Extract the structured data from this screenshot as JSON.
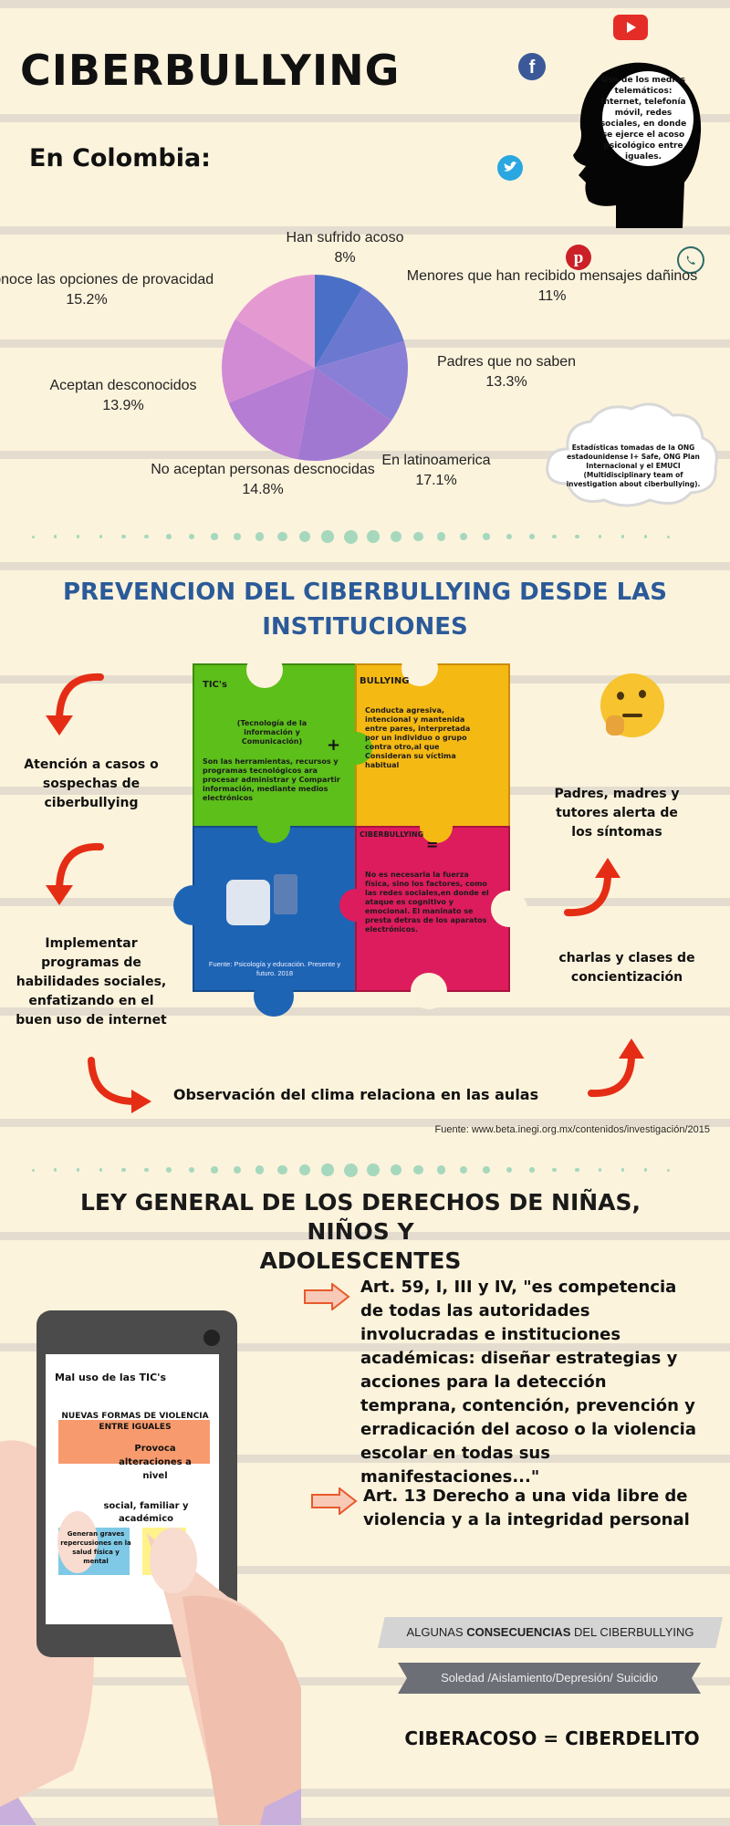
{
  "header": {
    "title": "CIBERBULLYING",
    "subtitle": "En Colombia:",
    "head_text": "Uso de los medios telemáticos: Internet, telefonía móvil, redes sociales, en donde se ejerce el acoso psicológico entre iguales.",
    "cloud_text": "Estadísticas tomadas de la ONG estadounidense I+ Safe, ONG Plan Internacional y el EMUCI (Multidisciplinary team of investigation about ciberbullying)."
  },
  "icons": [
    "youtube-icon",
    "facebook-icon",
    "twitter-icon",
    "pinterest-icon",
    "whatsapp-icon"
  ],
  "chart_data": {
    "type": "pie",
    "slices": [
      {
        "label": "Han sufrido acoso",
        "value": 8.0,
        "display": "8%"
      },
      {
        "label": "Menores que han recibido mensajes dañinos",
        "value": 11.0,
        "display": "11%"
      },
      {
        "label": "Padres que no saben",
        "value": 13.3,
        "display": "13.3%"
      },
      {
        "label": "En latinoamerica",
        "value": 17.1,
        "display": "17.1%"
      },
      {
        "label": "No aceptan personas descnocidas",
        "value": 14.8,
        "display": "14.8%"
      },
      {
        "label": "Aceptan desconocidos",
        "value": 13.9,
        "display": "13.9%"
      },
      {
        "label": "Desconoce las opciones de provacidad",
        "value": 15.2,
        "display": "15.2%"
      }
    ],
    "colors": [
      "#4a6fc7",
      "#6a78d0",
      "#8a7fd6",
      "#a078d2",
      "#b57dd4",
      "#d18bd4",
      "#e49ad0",
      "#e7a7cf"
    ]
  },
  "prevention": {
    "title_line1": "PREVENCION DEL CIBERBULLYING DESDE LAS",
    "title_line2": "INSTITUCIONES",
    "left1": "Atención a casos o sospechas de ciberbullying",
    "left2": "Implementar programas de habilidades sociales, enfatizando en el buen uso de internet",
    "right1": "Padres, madres  y tutores alerta de los síntomas",
    "right2": "charlas y clases de concientización",
    "bottom": "Observación del clima relaciona en las aulas",
    "source": "Fuente: www.beta.inegi.org.mx/contenidos/investigación/2015",
    "puzzle": {
      "tics_title": "TIC's",
      "tics_sub": "(Tecnología de la información y Comunicación)",
      "tics_body": "Son las herramientas, recursos y programas tecnológicos ara procesar administrar y Compartir información, mediante medios electrónicos",
      "bully_title": "BULLYING",
      "bully_body": "Conducta agresiva, intencional y mantenida entre pares, interpretada por un individuo o grupo contra otro,al que Consideran su víctima habitual",
      "cyber_title": "CIBERBULLYING",
      "cyber_body": "No es necesaria la fuerza física, sino los factores, como las redes sociales,en donde el ataque es cognitivo y emocional. El maninato se presta detras de los aparatos electrónicos.",
      "plus": "+",
      "equals": "=",
      "source": "Fuente: Psicología y educación. Presente y futuro. 2018"
    }
  },
  "law": {
    "title_line1": "LEY GENERAL DE LOS DERECHOS DE NIÑAS, NIÑOS Y",
    "title_line2": "ADOLESCENTES",
    "art59": "Art. 59, I, III y IV, \"es competencia de todas las autoridades involucradas e instituciones académicas: diseñar estrategias y acciones para la detección temprana, contención, prevención y erradicación del acoso o la violencia escolar en todas sus manifestaciones...\"",
    "art13": "Art. 13 Derecho a una vida libre de violencia y a la integridad personal",
    "phone": {
      "header": "Mal uso de las TIC's",
      "orange": "NUEVAS FORMAS DE VIOLENCIA ENTRE IGUALES",
      "provoca": "Provoca alteraciones a nivel",
      "social": "social, familiar y académico",
      "blue": "Generan graves repercusiones en la salud física y mental"
    },
    "banner1_pre": "ALGUNAS ",
    "banner1_bold": "CONSECUENCIAS",
    "banner1_post": " DEL CIBERBULLYING",
    "banner2": "Soledad /Aislamiento/Depresión/ Suicidio",
    "final": "CIBERACOSO = CIBERDELITO"
  }
}
